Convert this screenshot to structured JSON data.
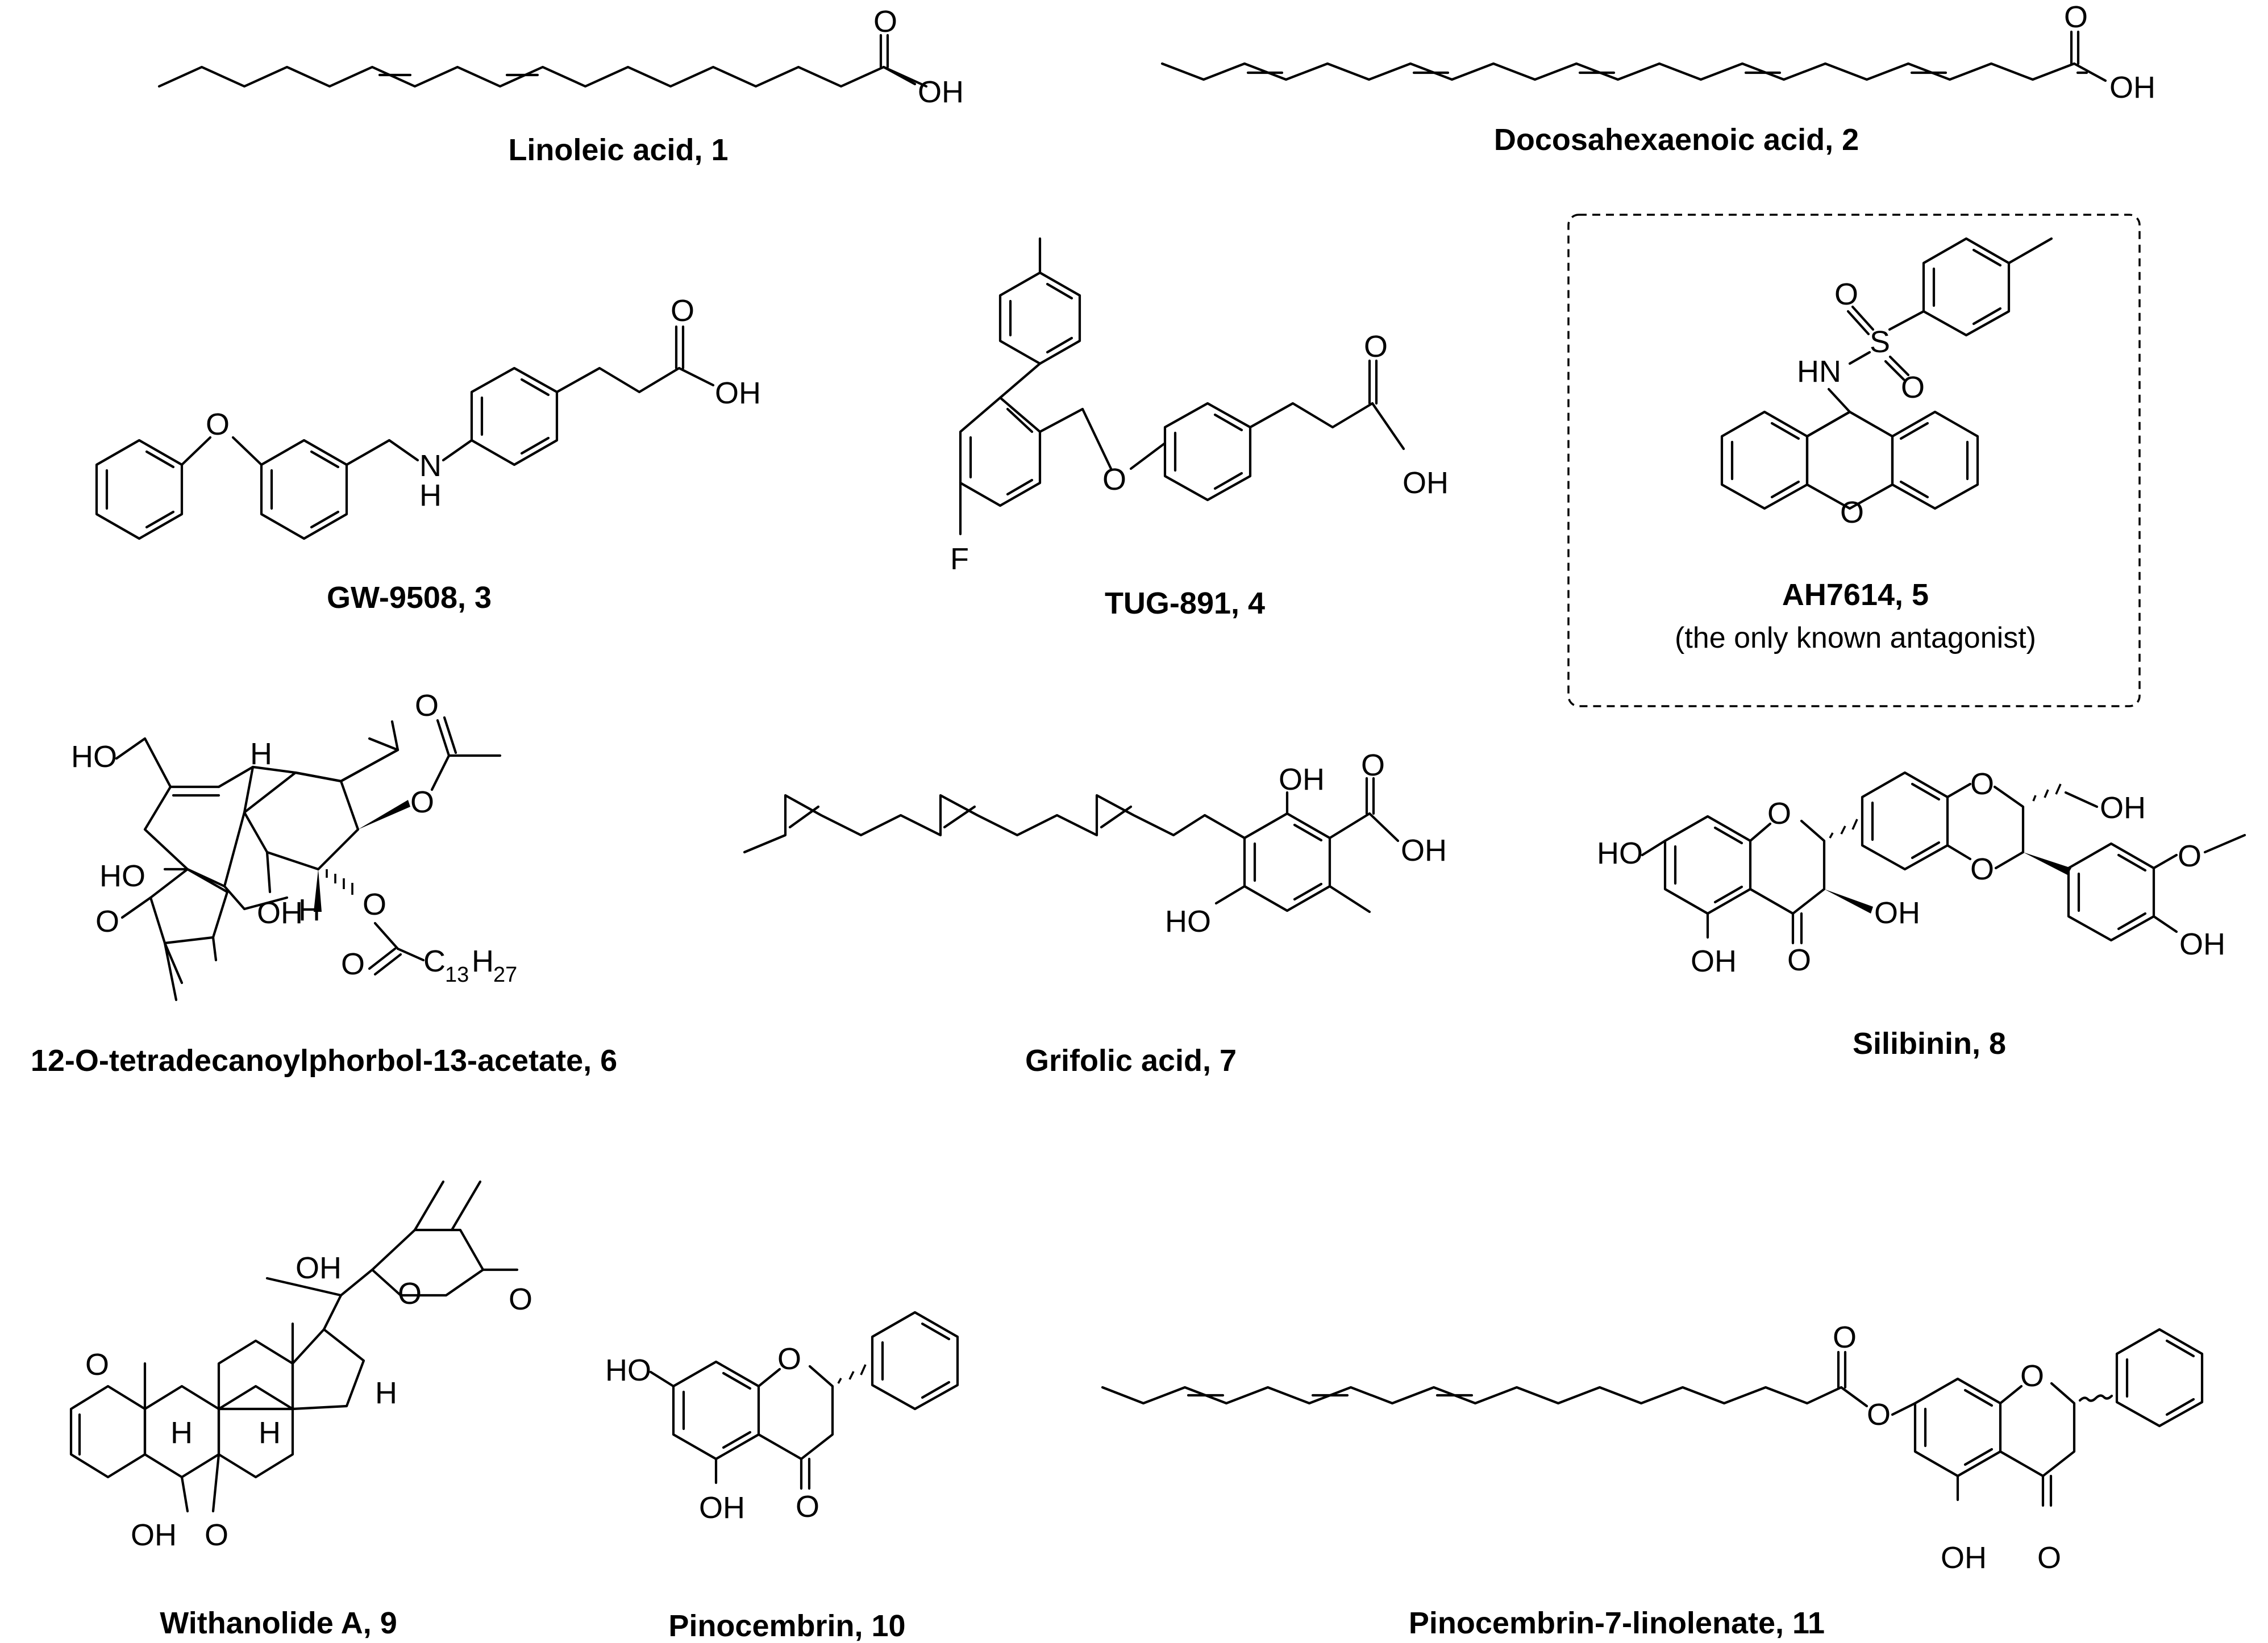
{
  "compounds": [
    {
      "id": "1",
      "label": "Linoleic acid, 1"
    },
    {
      "id": "2",
      "label": "Docosahexaenoic acid, 2"
    },
    {
      "id": "3",
      "label": "GW-9508, 3"
    },
    {
      "id": "4",
      "label": "TUG-891, 4"
    },
    {
      "id": "5",
      "label": "AH7614, 5",
      "note": "(the only known antagonist)",
      "boxed": true
    },
    {
      "id": "6",
      "label": "12-O-tetradecanoylphorbol-13-acetate, 6"
    },
    {
      "id": "7",
      "label": "Grifolic acid, 7"
    },
    {
      "id": "8",
      "label": "Silibinin, 8"
    },
    {
      "id": "9",
      "label": "Withanolide A, 9"
    },
    {
      "id": "10",
      "label": "Pinocembrin, 10"
    },
    {
      "id": "11",
      "label": "Pinocembrin-7-linolenate, 11"
    }
  ],
  "atoms": {
    "O": "O",
    "OH": "OH",
    "HO": "HO",
    "H": "H",
    "N": "N",
    "HN": "HN",
    "S": "S",
    "F": "F",
    "C": "C",
    "sub13": "13",
    "sub27": "27"
  }
}
